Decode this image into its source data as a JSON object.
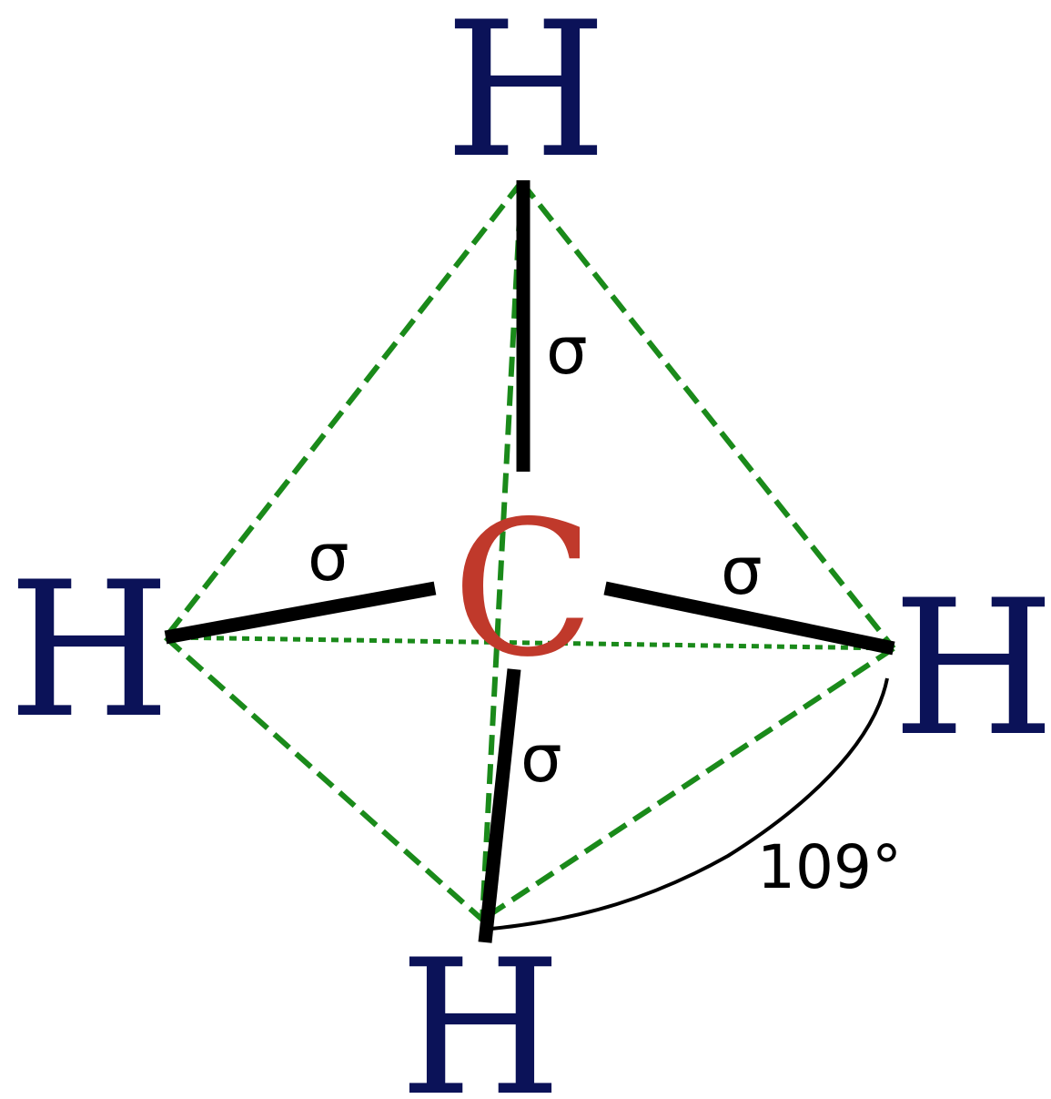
{
  "molecule": {
    "central_atom": {
      "symbol": "C",
      "color": "#c0392b"
    },
    "hydrogens": [
      {
        "id": "top",
        "symbol": "H"
      },
      {
        "id": "left",
        "symbol": "H"
      },
      {
        "id": "right",
        "symbol": "H"
      },
      {
        "id": "bottom",
        "symbol": "H"
      }
    ],
    "hydrogen_color": "#0b1258",
    "bonds": [
      {
        "id": "top",
        "label": "σ"
      },
      {
        "id": "left",
        "label": "σ"
      },
      {
        "id": "right",
        "label": "σ"
      },
      {
        "id": "bottom",
        "label": "σ"
      }
    ],
    "bond_color": "#000000",
    "tetrahedron_edge_color": "#1a8a1a",
    "bond_angle_label": "109°"
  }
}
